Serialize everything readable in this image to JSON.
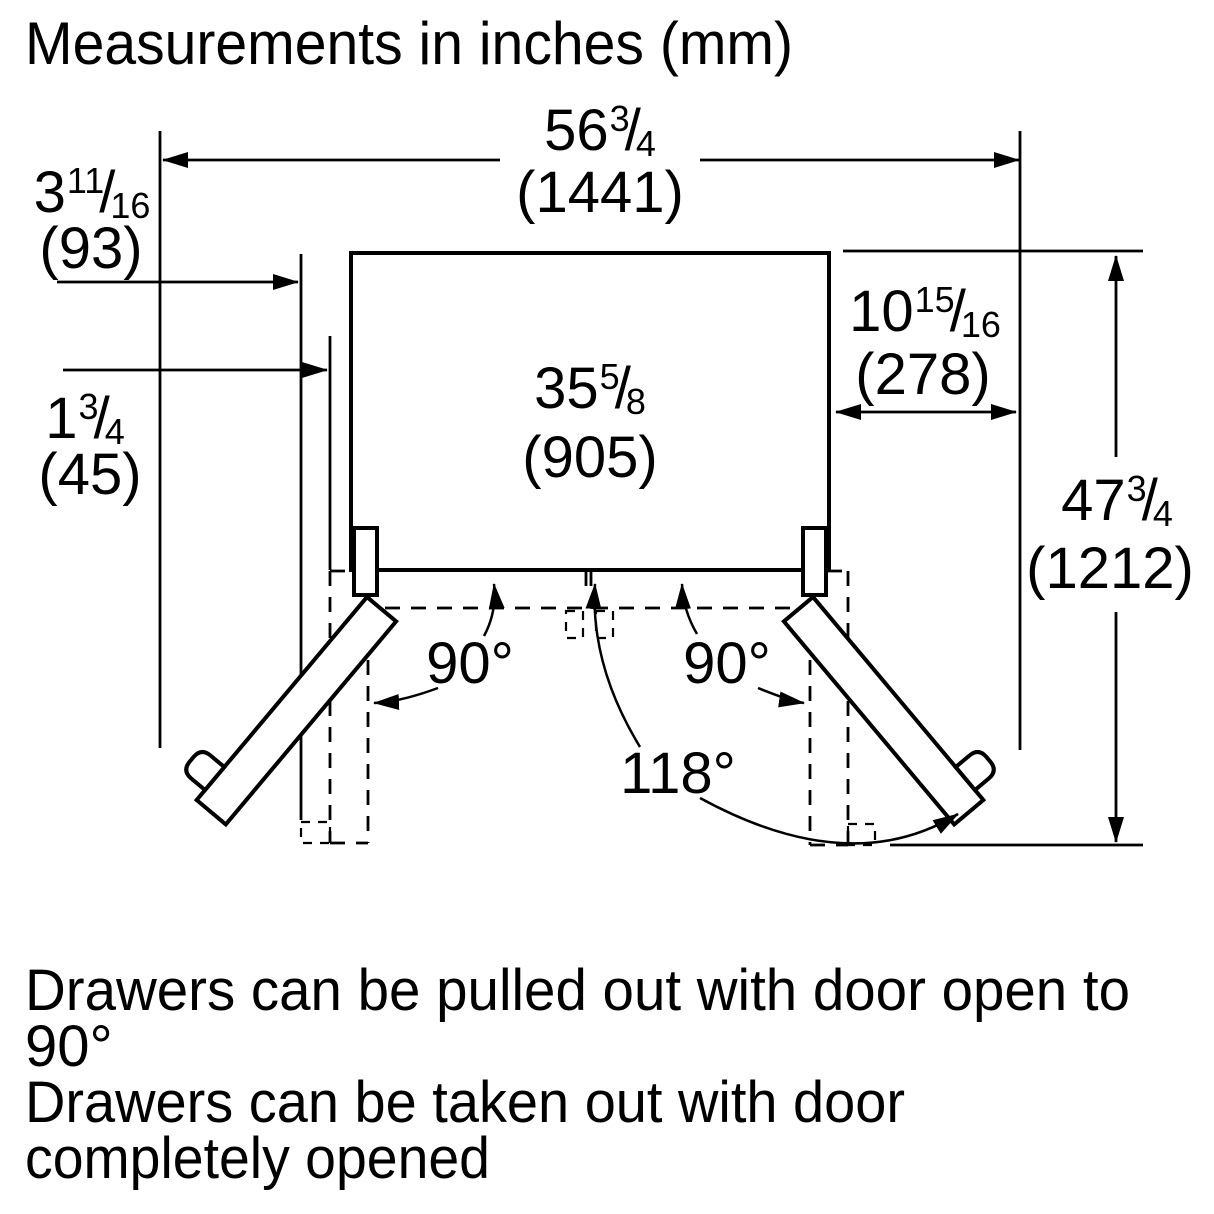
{
  "title": "Measurements in inches (mm)",
  "frac_slash": "/",
  "dimensions": {
    "total_width": {
      "whole": "56",
      "num": "3",
      "den": "4",
      "mm": "(1441)"
    },
    "side_clearance_handle": {
      "whole": "3",
      "num": "11",
      "den": "16",
      "mm": "(93)"
    },
    "side_clearance_door": {
      "whole": "1",
      "num": "3",
      "den": "4",
      "mm": "(45)"
    },
    "cabinet_width": {
      "whole": "35",
      "num": "5",
      "den": "8",
      "mm": "(905)"
    },
    "door_depth": {
      "whole": "10",
      "num": "15",
      "den": "16",
      "mm": "(278)"
    },
    "total_depth": {
      "whole": "47",
      "num": "3",
      "den": "4",
      "mm": "(1212)"
    }
  },
  "angles": {
    "left_door_open": "90°",
    "right_door_open": "90°",
    "door_full_open": "118°"
  },
  "notes": {
    "line1": "Drawers can be pulled out with door open to",
    "line2": "90°",
    "line3": "Drawers can be taken out with door",
    "line4": "completely opened"
  },
  "colors": {
    "ink": "#000000",
    "background": "#ffffff"
  }
}
